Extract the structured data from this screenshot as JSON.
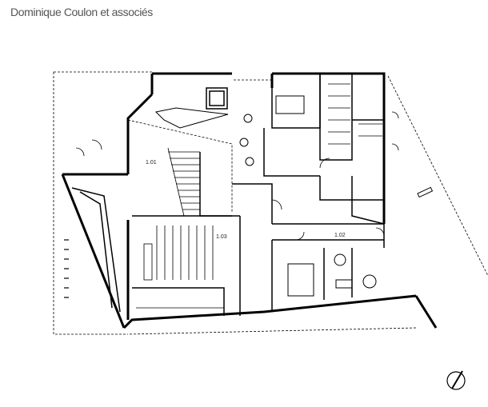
{
  "header": {
    "title": "Dominique Coulon et associés"
  },
  "rooms": [
    {
      "id": "room-1-01",
      "label": "1.01"
    },
    {
      "id": "room-1-02",
      "label": "1.02"
    },
    {
      "id": "room-1-03",
      "label": "1.03"
    }
  ],
  "icons": {
    "north_arrow": "north-arrow-icon"
  }
}
